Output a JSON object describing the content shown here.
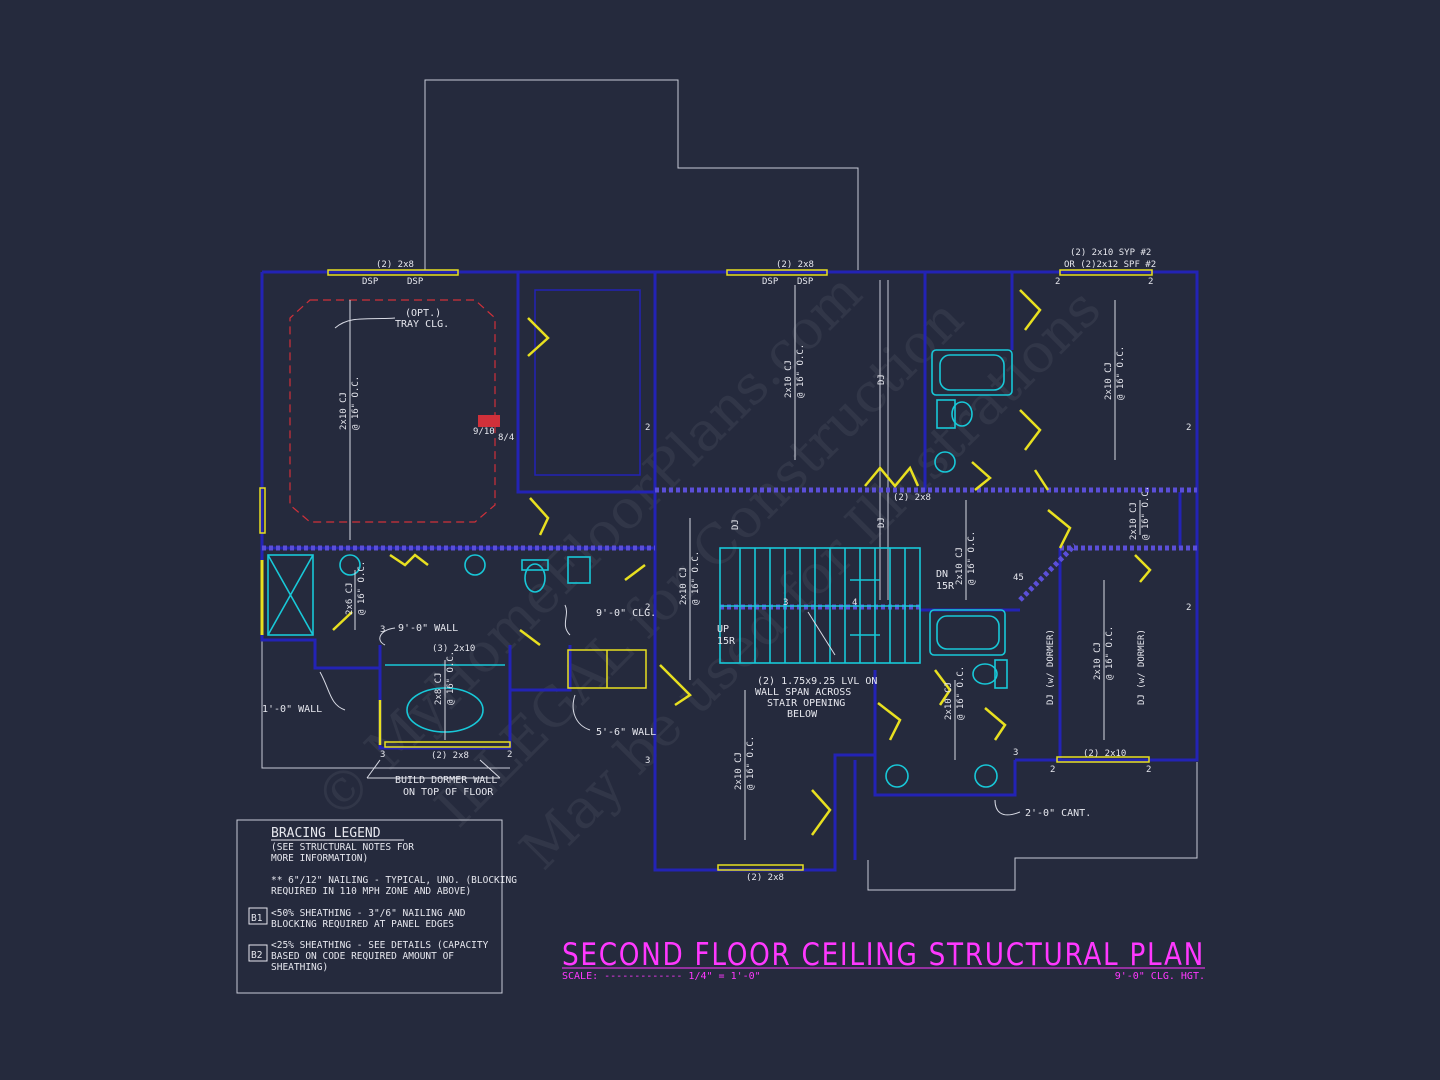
{
  "title": "SECOND FLOOR CEILING STRUCTURAL PLAN",
  "scale_label": "SCALE: ------------- 1/4\" = 1'-0\"",
  "ceiling_height": "9'-0\" CLG. HGT.",
  "watermark": {
    "line1": "© MyHomeFloorPlans.com",
    "line2": "ILLEGAL for Construction",
    "line3": "May be used for Illustrations"
  },
  "headers": {
    "h1": "(2) 2x8",
    "h2": "(2) 2x8",
    "h3a": "(2) 2x10 SYP #2",
    "h3b": "OR (2)2x12 SPF #2",
    "dsp": "DSP",
    "mid": "(2) 2x8",
    "bath": "(3) 2x10",
    "dormer": "(2) 2x8",
    "right_bottom": "(2) 2x10",
    "bottom": "(2) 2x8"
  },
  "labels": {
    "tray_a": "(OPT.)",
    "tray_b": "TRAY CLG.",
    "cj_2x10": "2x10 CJ",
    "oc16": "@ 16\" O.C.",
    "cj_2x6": "2x6 CJ",
    "cj_2x8": "2x8 CJ",
    "dj": "DJ",
    "dj_dormer": "DJ (w/ DORMER)",
    "wall_9_a": "9'-0\" WALL",
    "wall_9_b": "9'-0\" CLG.",
    "wall_1": "1'-0\" WALL",
    "wall_5": "5'-6\" WALL",
    "dn": "DN",
    "up": "UP",
    "r15": "15R",
    "angle": "45",
    "lvl_1": "(2) 1.75x9.25 LVL ON",
    "lvl_2": "WALL SPAN ACROSS",
    "lvl_3": "STAIR OPENING",
    "lvl_4": "BELOW",
    "dormer_1": "BUILD DORMER WALL",
    "dormer_2": "ON TOP OF FLOOR",
    "cant": "2'-0\" CANT.",
    "s910": "9/10",
    "s84": "8/4",
    "n2": "2",
    "n3": "3",
    "n4": "4"
  },
  "legend": {
    "title": "BRACING LEGEND",
    "note1": "(SEE STRUCTURAL NOTES FOR",
    "note2": "MORE INFORMATION)",
    "item0a": "** 6\"/12\" NAILING - TYPICAL, UNO. (BLOCKING",
    "item0b": "REQUIRED IN 110 MPH ZONE AND ABOVE)",
    "b1": "B1",
    "item1a": "<50% SHEATHING - 3\"/6\" NAILING AND",
    "item1b": "BLOCKING REQUIRED AT PANEL EDGES",
    "b2": "B2",
    "item2a": "<25% SHEATHING - SEE DETAILS (CAPACITY",
    "item2b": "BASED ON CODE REQUIRED AMOUNT OF",
    "item2c": "SHEATHING)"
  },
  "colors": {
    "background": "#252a3d",
    "wall": "#2323b5",
    "door": "#e8e020",
    "fixture": "#18c8d8",
    "title": "#ff38ff"
  }
}
